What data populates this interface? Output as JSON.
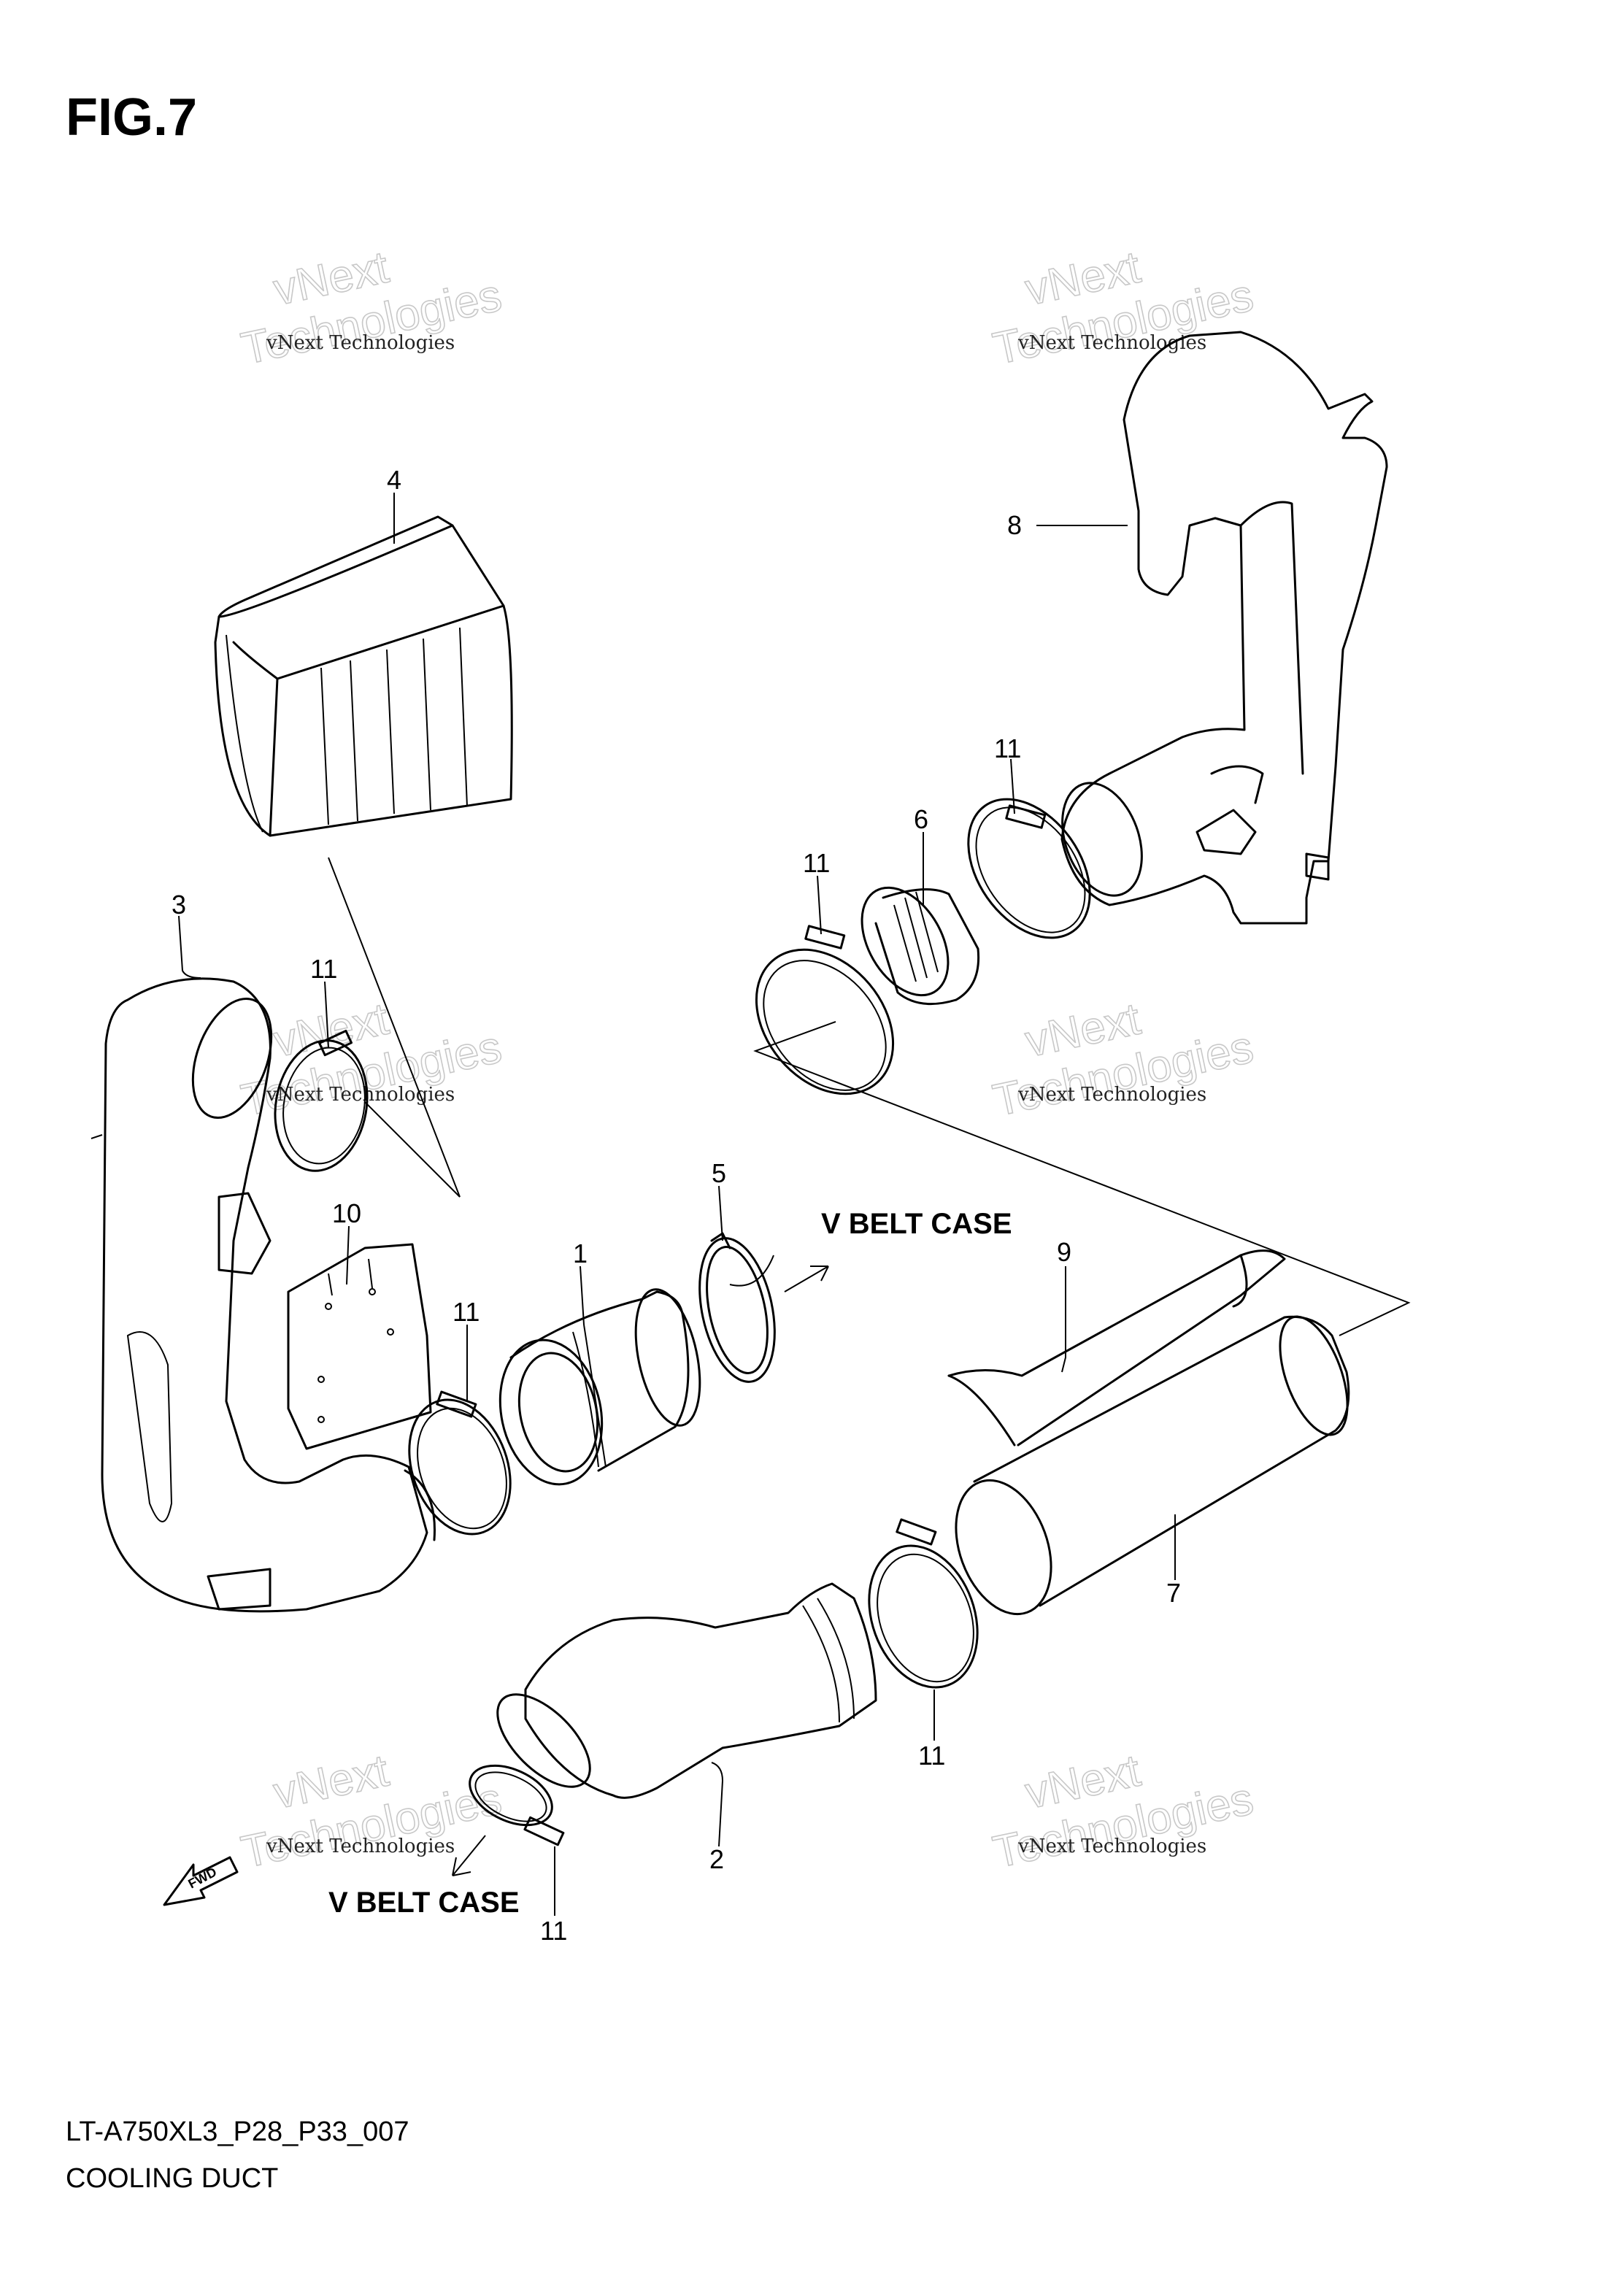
{
  "figure": {
    "title": "FIG.7"
  },
  "footer": {
    "code": "LT-A750XL3_P28_P33_007",
    "name": "COOLING DUCT"
  },
  "notes": {
    "vbelt_case_1": "V BELT CASE",
    "vbelt_case_2": "V BELT CASE",
    "fwd": "FWD"
  },
  "callouts": {
    "c1": "1",
    "c2": "2",
    "c3": "3",
    "c4": "4",
    "c5": "5",
    "c6": "6",
    "c7": "7",
    "c8": "8",
    "c9": "9",
    "c10": "10",
    "c11a": "11",
    "c11b": "11",
    "c11c": "11",
    "c11d": "11",
    "c11e": "11",
    "c11f": "11"
  },
  "watermark": {
    "small": "vNext Technologies",
    "big": "vNext Technologies",
    "big_line1": "vNext",
    "big_line2": "Technologies"
  },
  "icons": {
    "fwd_arrow": "fwd-arrow-icon"
  }
}
